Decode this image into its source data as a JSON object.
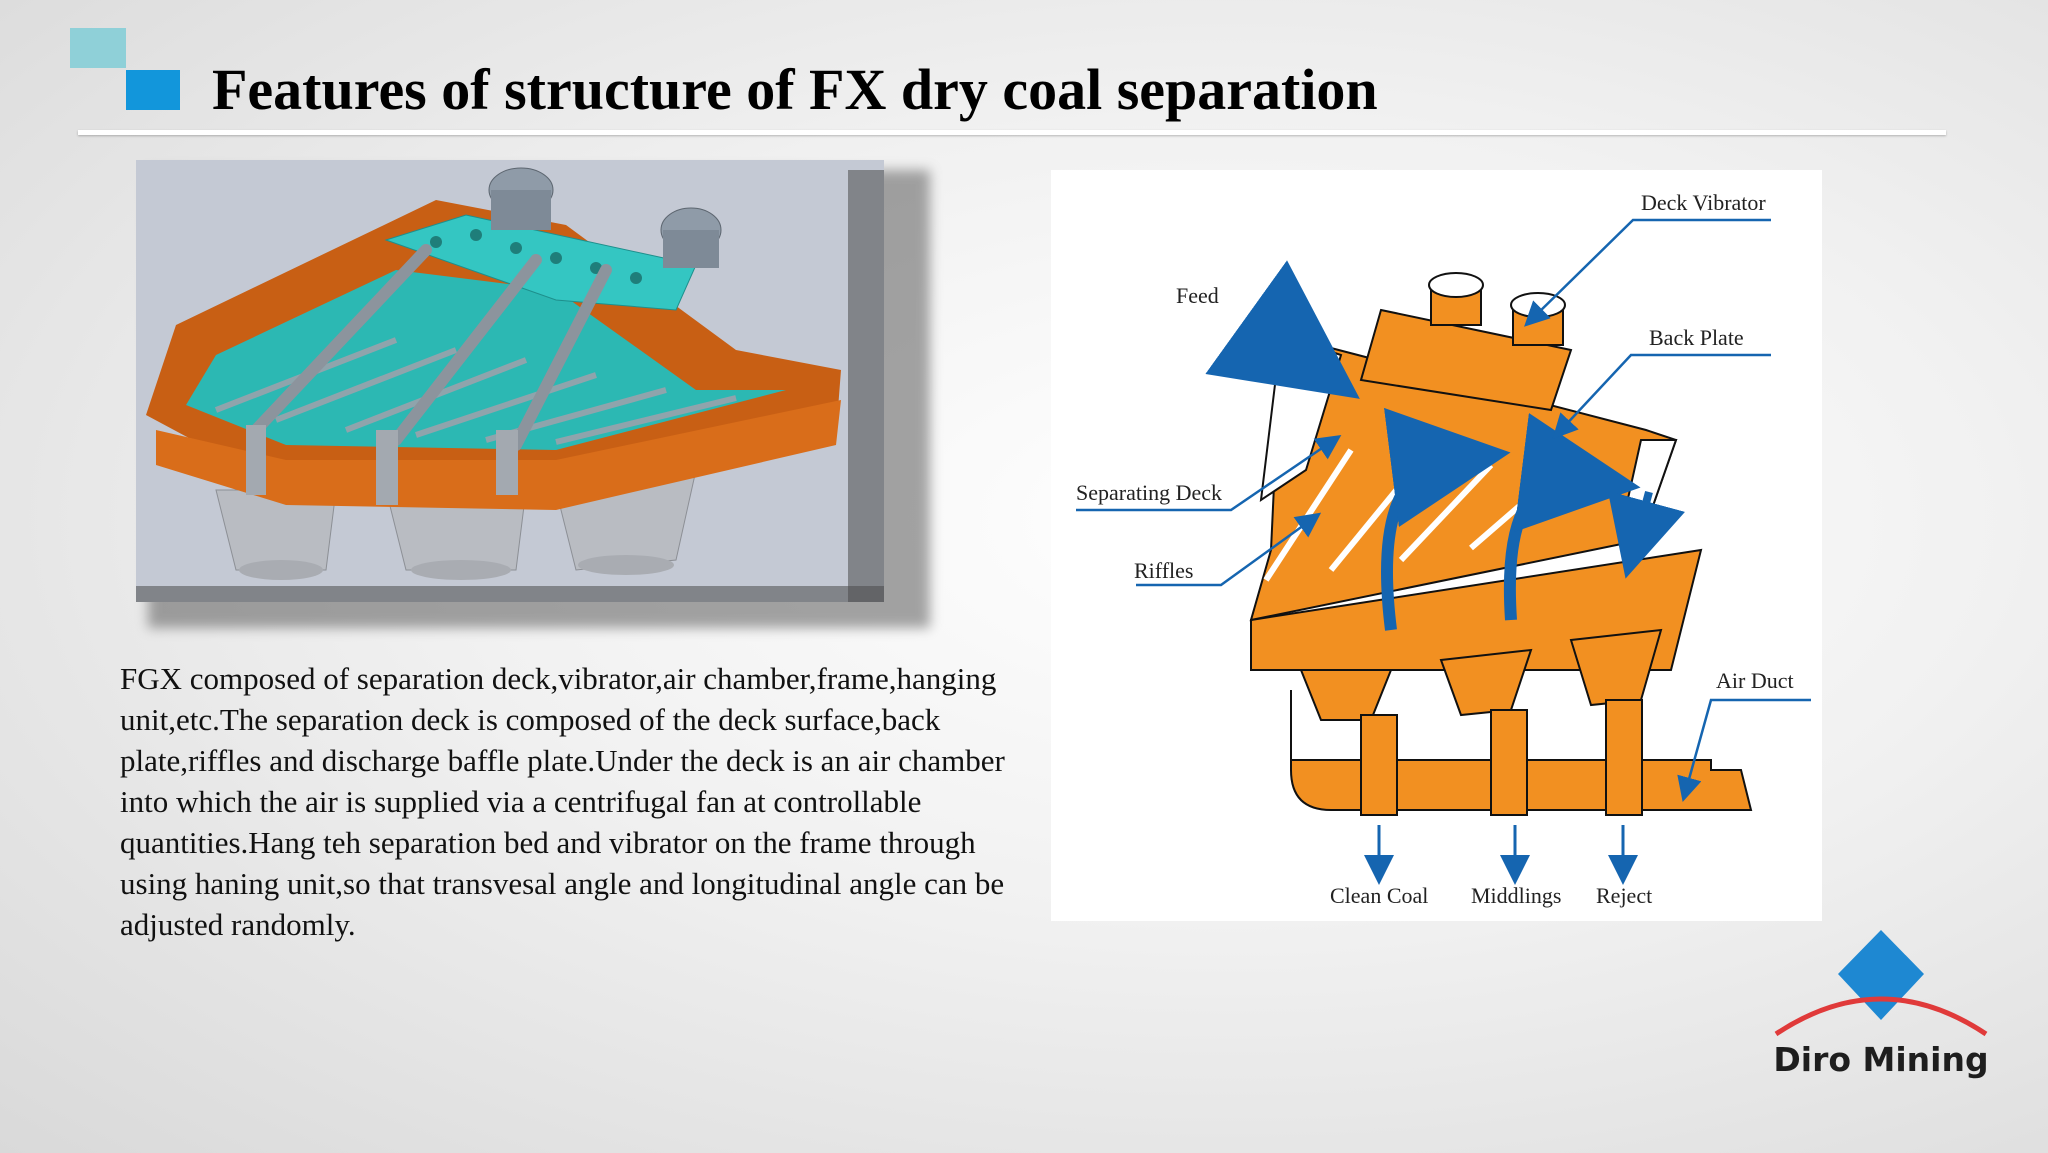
{
  "slide": {
    "title": "Features of structure of FX dry coal separation",
    "description": "FGX composed of separation deck,vibrator,air chamber,frame,hanging unit,etc.The separation deck is composed of the deck surface,back plate,riffles and discharge baffle plate.Under the deck is an air chamber into which the air is supplied via a centrifugal fan at controllable quantities.Hang teh separation bed and vibrator on the frame through using haning unit,so that transvesal angle and longitudinal angle can be adjusted randomly."
  },
  "diagram": {
    "labels": {
      "deck_vibrator": "Deck Vibrator",
      "feed": "Feed",
      "back_plate": "Back Plate",
      "separating_deck": "Separating Deck",
      "riffles": "Riffles",
      "air_duct": "Air Duct",
      "clean_coal": "Clean Coal",
      "middlings": "Middlings",
      "reject": "Reject"
    }
  },
  "logo": {
    "name": "Diro Mining"
  },
  "colors": {
    "accent_light": "#8fd0d8",
    "accent": "#1296db",
    "machine_orange": "#f29021",
    "arrow_blue": "#1565b0"
  }
}
